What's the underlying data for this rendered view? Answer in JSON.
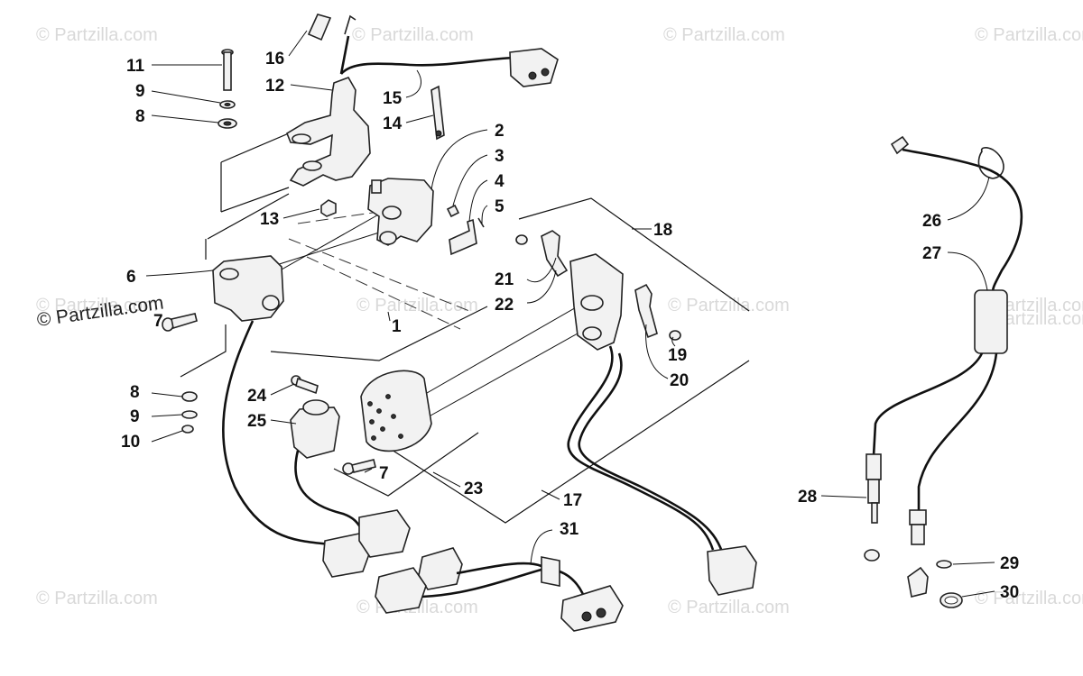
{
  "watermarks": [
    "© Partzilla.com",
    "© Partzilla.com",
    "© Partzilla.com",
    "© Partzilla.com",
    "© Partzilla.com",
    "© Partzilla.com",
    "© Partzilla.com",
    "© Partzilla.com",
    "© Partzilla.com",
    "© Partzilla.com",
    "© Partzilla.com",
    "© Partzilla.com",
    "© Partzilla.com",
    "© Partzilla.com"
  ],
  "callouts": {
    "c1": "1",
    "c2": "2",
    "c3": "3",
    "c4": "4",
    "c5": "5",
    "c6": "6",
    "c7a": "7",
    "c7b": "7",
    "c8a": "8",
    "c8b": "8",
    "c9a": "9",
    "c9b": "9",
    "c10": "10",
    "c11": "11",
    "c12": "12",
    "c13": "13",
    "c14": "14",
    "c15": "15",
    "c16": "16",
    "c17": "17",
    "c18": "18",
    "c19": "19",
    "c20": "20",
    "c21": "21",
    "c22": "22",
    "c23": "23",
    "c24": "24",
    "c25": "25",
    "c26": "26",
    "c27": "27",
    "c28": "28",
    "c29": "29",
    "c30": "30",
    "c31": "31"
  }
}
